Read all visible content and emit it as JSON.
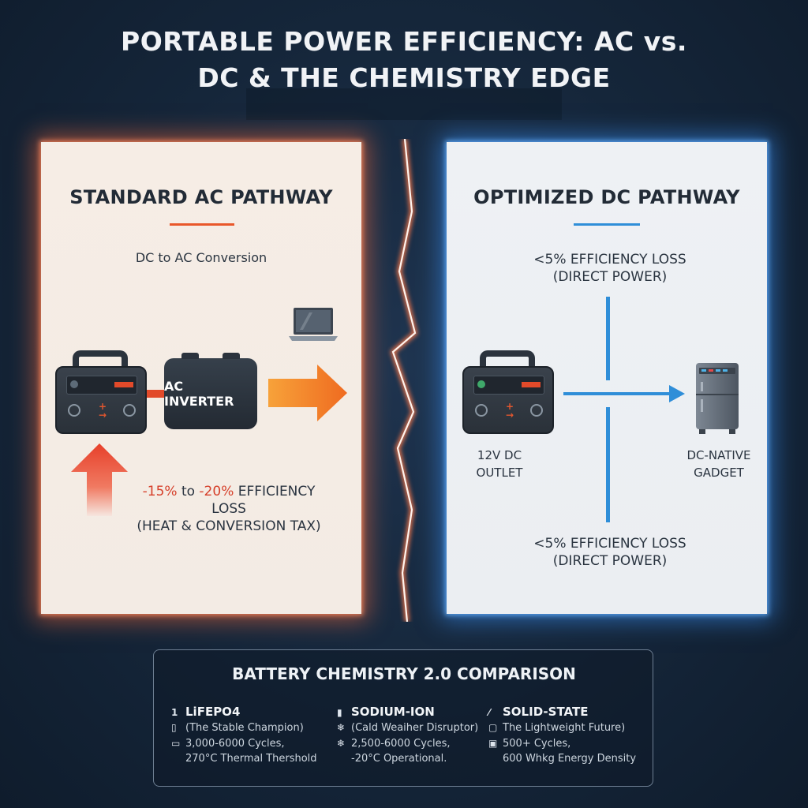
{
  "title": {
    "line1": "PORTABLE POWER EFFICIENCY: AC vs.",
    "line2": "DC & THE CHEMISTRY EDGE"
  },
  "colors": {
    "ac_accent": "#e9572a",
    "dc_accent": "#2f8ed8",
    "background": "#15263a"
  },
  "ac_panel": {
    "title": "STANDARD AC PATHWAY",
    "conversion_label": "DC to AC Conversion",
    "inverter_label": "AC INVERTER",
    "loss_part1": "-15%",
    "loss_part2": " to ",
    "loss_part3": "-20%",
    "loss_part4": " EFFICIENCY LOSS",
    "loss_line2": "(HEAT & CONVERSION TAX)",
    "icons": [
      "power-station-icon",
      "laptop-icon",
      "arrow-right-icon",
      "arrow-up-icon"
    ]
  },
  "dc_panel": {
    "title": "OPTIMIZED DC PATHWAY",
    "loss_top_line1": "<5% EFFICIENCY LOSS",
    "loss_top_line2": "(DIRECT POWER)",
    "outlet_line1": "12V DC",
    "outlet_line2": "OUTLET",
    "gadget_line1": "DC-NATIVE",
    "gadget_line2": "GADGET",
    "loss_bottom_line1": "<5% EFFICIENCY LOSS",
    "loss_bottom_line2": "(DIRECT POWER)",
    "icons": [
      "power-station-icon",
      "mini-fridge-icon",
      "arrow-right-icon"
    ]
  },
  "chemistry": {
    "title": "BATTERY CHEMISTRY 2.0 COMPARISON",
    "items": [
      {
        "marker": "1",
        "name": "LiFEPO4",
        "subtitle": "(The Stable Champion)",
        "line1": "3,000-6000 Cycles,",
        "line2": "270°C Thermal Thershold",
        "icons": [
          "battery-tall-icon",
          "battery-icon"
        ]
      },
      {
        "marker": "",
        "name": "SODIUM-ION",
        "subtitle": "(Cald Weaiher Disruptor)",
        "line1": "2,500-6000 Cycles,",
        "line2": "-20°C Operational.",
        "icons": [
          "battery-small-icon",
          "snowflake-icon",
          "snowflake-icon"
        ]
      },
      {
        "marker": "",
        "name": "SOLID-STATE",
        "subtitle": "The Lightweight Future)",
        "line1": "500+ Cycles,",
        "line2": "600 Whkg Energy Density",
        "icons": [
          "feather-icon",
          "chip-icon",
          "chip-icon"
        ]
      }
    ]
  }
}
